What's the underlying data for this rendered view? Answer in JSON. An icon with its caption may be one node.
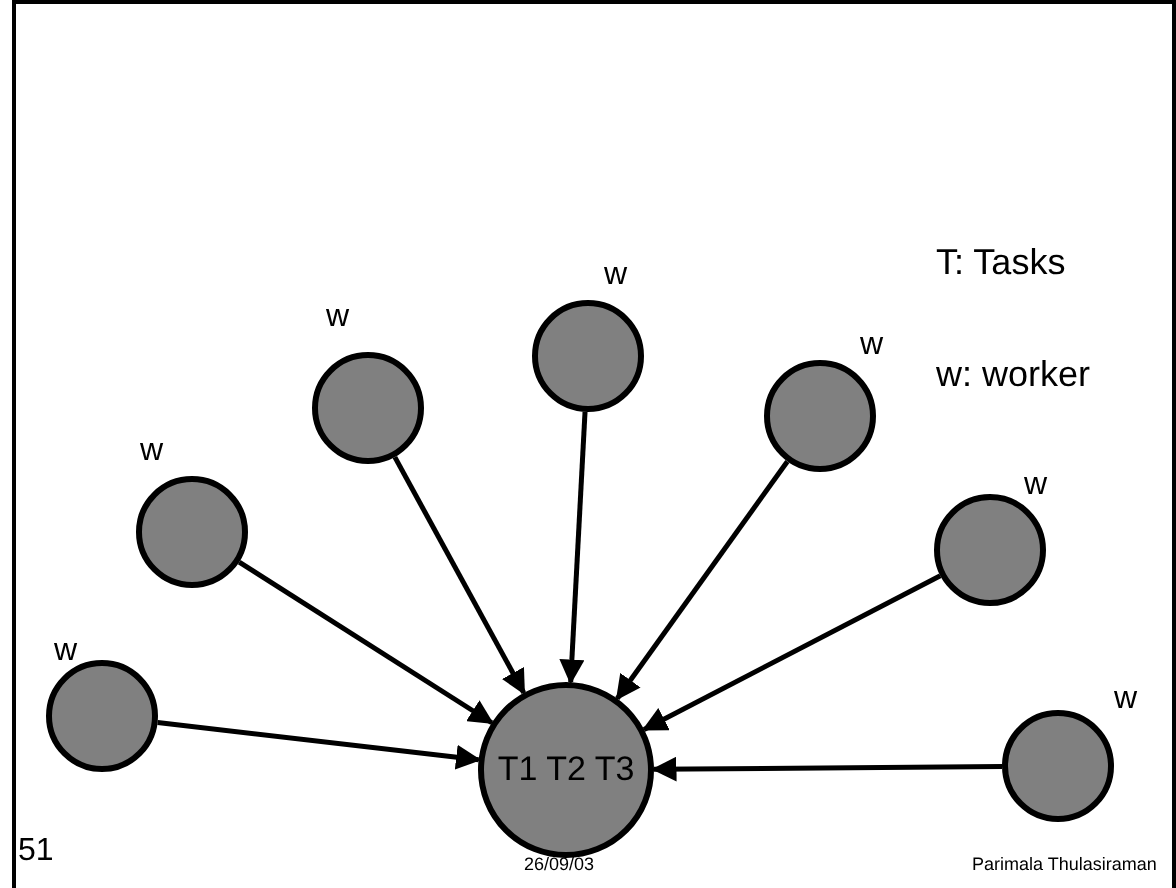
{
  "diagram": {
    "nodes": [
      {
        "text": [],
        "shape": "circle",
        "beside": [
          "w"
        ]
      },
      {
        "text": [],
        "shape": "circle",
        "beside": [
          "w"
        ]
      },
      {
        "text": [],
        "shape": "circle",
        "beside": [
          "w"
        ]
      },
      {
        "text": [],
        "shape": "circle",
        "beside": [
          "w"
        ]
      },
      {
        "text": [],
        "shape": "circle",
        "beside": [
          "w"
        ]
      },
      {
        "text": [],
        "shape": "circle",
        "beside": [
          "w"
        ]
      },
      {
        "text": [],
        "shape": "circle",
        "beside": [
          "w"
        ]
      },
      {
        "text": [
          "T1 T2 T3"
        ]
      }
    ],
    "edges": [
      {
        "from": 0,
        "to": 7,
        "arrow": "to"
      },
      {
        "from": 1,
        "to": 7,
        "arrow": "to"
      },
      {
        "from": 2,
        "to": 7,
        "arrow": "to"
      },
      {
        "from": 3,
        "to": 7,
        "arrow": "to"
      },
      {
        "from": 4,
        "to": 7,
        "arrow": "to"
      },
      {
        "from": 5,
        "to": 7,
        "arrow": "to"
      },
      {
        "from": 6,
        "to": 7,
        "arrow": "to"
      }
    ],
    "labels": [
      "T: Tasks",
      "w: worker",
      "51",
      "26/09/03",
      "Parimala Thulasiraman"
    ]
  }
}
